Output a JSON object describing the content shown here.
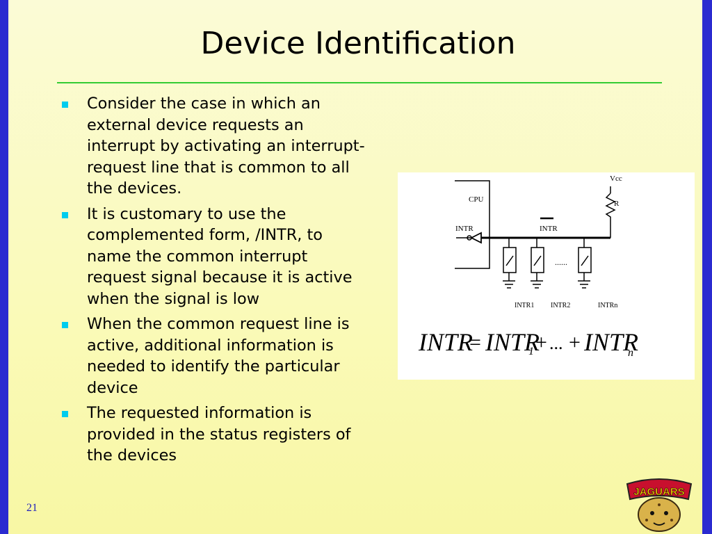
{
  "slide": {
    "title": "Device Identification",
    "bullets": [
      "Consider the case in which an external device requests an interrupt by activating an interrupt-request line that is common to all the devices.",
      "It is customary to use the complemented form, /INTR, to name the common interrupt request signal because it is active when the signal is low",
      "When the common request line is active, additional information is needed to identify the particular device",
      "The requested information is provided in the status registers of the devices"
    ],
    "page_number": "21"
  },
  "diagram": {
    "labels": {
      "cpu": "CPU",
      "intr_cpu": "INTR",
      "intr_line": "INTR",
      "vcc": "Vcc",
      "resistor": "R",
      "intr1": "INTR1",
      "intr2": "INTR2",
      "intrn": "INTRn",
      "dots": "......"
    },
    "equation": {
      "lhs": "INTR",
      "eq": "=",
      "term1": "INTR",
      "sub1": "1",
      "plus1": "+",
      "ellipsis": "...",
      "plus2": "+",
      "term2": "INTR",
      "sub2": "n"
    }
  },
  "logo": {
    "text": "JAGUARS"
  },
  "colors": {
    "background": "#fafab8",
    "side_bars": "#2b2bd0",
    "rule": "#33cc33",
    "bullet": "#00ccee",
    "page_number": "#2222bb"
  }
}
